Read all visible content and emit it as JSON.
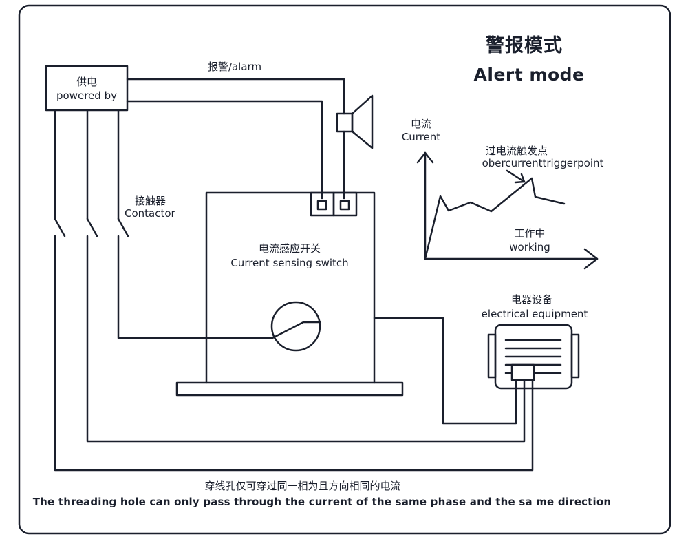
{
  "title": {
    "cn": "警报模式",
    "en": "Alert mode"
  },
  "power_supply": {
    "cn": "供电",
    "en": "powered by"
  },
  "alarm_line": "报警/alarm",
  "contactor": {
    "cn": "接触器",
    "en": "Contactor"
  },
  "switch_box": {
    "cn": "电流感应开关",
    "en": "Current sensing switch"
  },
  "graph": {
    "current": {
      "cn": "电流",
      "en": "Current"
    },
    "trigger": {
      "cn": "过电流触发点",
      "en": "obercurrenttriggerpoint"
    },
    "working": {
      "cn": "工作中",
      "en": "working"
    }
  },
  "equipment": {
    "cn": "电器设备",
    "en": "electrical equipment"
  },
  "footer": {
    "cn": "穿线孔仅可穿过同一相为且方向相同的电流",
    "en": "The threading hole can only pass through the current of the same phase and the sa me direction"
  },
  "colors": {
    "line": "#1a1f2c",
    "background": "#ffffff"
  }
}
